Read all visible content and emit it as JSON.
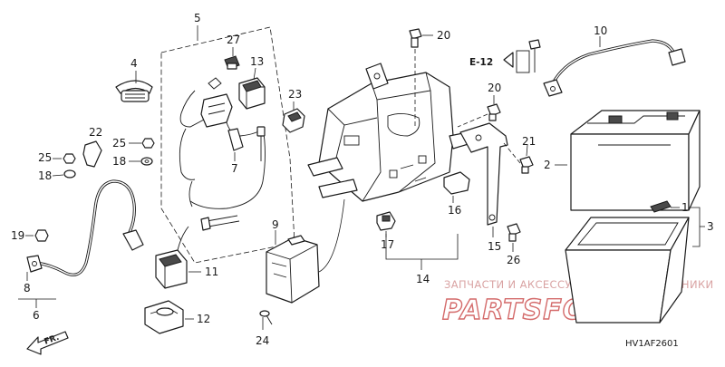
{
  "diagram": {
    "callouts": {
      "c1": "1",
      "c2": "2",
      "c3": "3",
      "c4": "4",
      "c5": "5",
      "c6": "6",
      "c7": "7",
      "c8": "8",
      "c9": "9",
      "c10": "10",
      "c11": "11",
      "c12": "12",
      "c13": "13",
      "c14": "14",
      "c15": "15",
      "c16": "16",
      "c17": "17",
      "c18a": "18",
      "c18b": "18",
      "c19": "19",
      "c20a": "20",
      "c20b": "20",
      "c21": "21",
      "c22": "22",
      "c23": "23",
      "c24": "24",
      "c25a": "25",
      "c25b": "25",
      "c26": "26",
      "c27": "27"
    },
    "reference": "E-12",
    "front_label": "FR.",
    "diagram_code": "HV1AF2601"
  },
  "watermark": {
    "top_text": "ЗАПЧАСТИ И АКСЕССУАРЫ ДЛЯ МОТОТЕХНИКИ",
    "brand_text": "PARTSFOR.RU"
  }
}
